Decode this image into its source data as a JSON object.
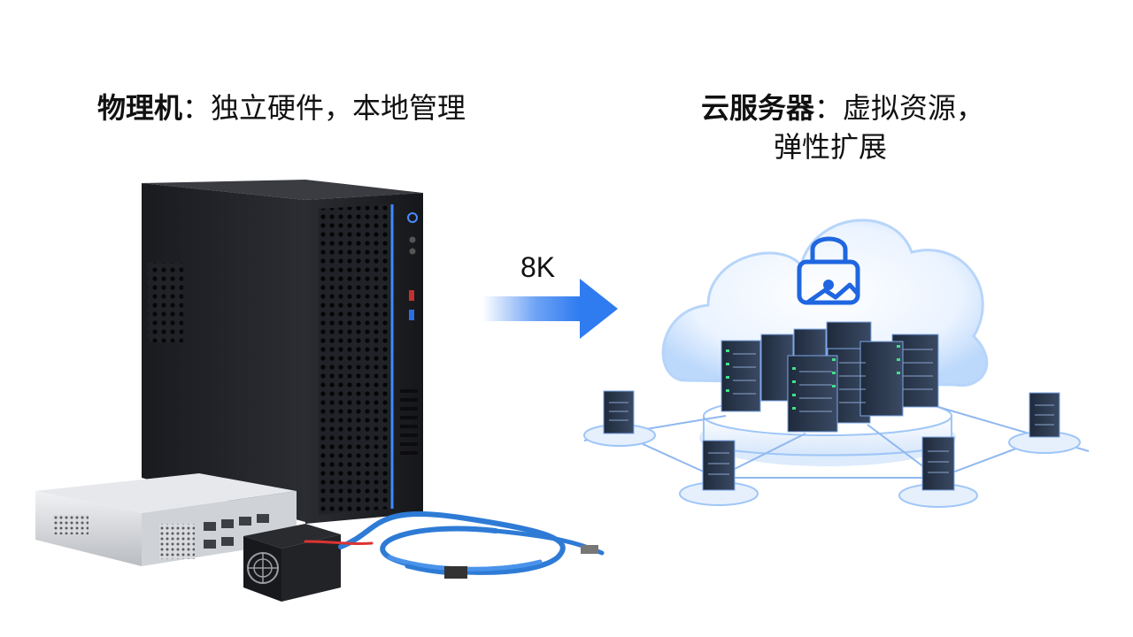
{
  "left": {
    "title_bold": "物理机",
    "title_rest": "：独立硬件，本地管理"
  },
  "right": {
    "title_bold": "云服务器",
    "title_rest_line1": "：虚拟资源，",
    "title_rest_line2": "弹性扩展"
  },
  "arrow": {
    "label": "8K"
  },
  "colors": {
    "accent": "#2f7bf0",
    "chassis": "#1b1c20",
    "cable": "#2e7bd6"
  },
  "icons": {
    "tower": "tower-server-icon",
    "switch": "network-switch-icon",
    "psu": "power-supply-icon",
    "cloud": "cloud-icon",
    "lock": "lock-icon"
  }
}
